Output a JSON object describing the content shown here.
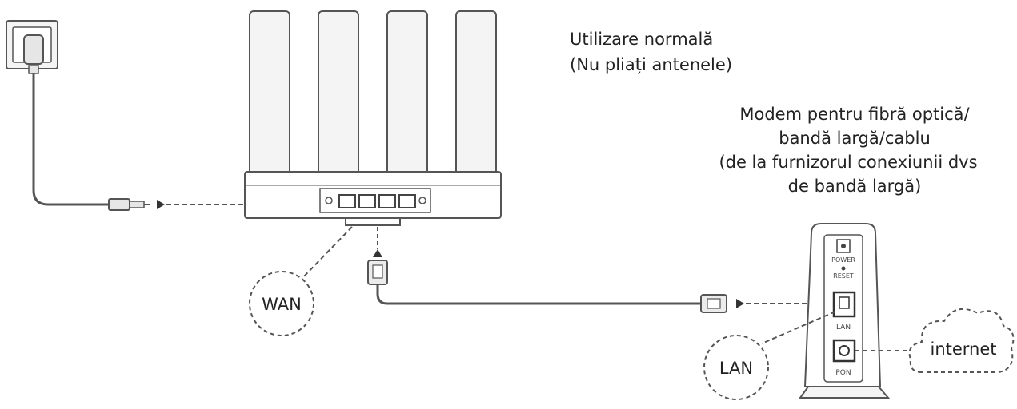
{
  "labels": {
    "usage_line1": "Utilizare normală",
    "usage_line2": "(Nu pliați antenele)",
    "modem_line1": "Modem pentru fibră optică/",
    "modem_line2": "bandă largă/cablu",
    "modem_line3": "(de la furnizorul conexiunii dvs",
    "modem_line4": "de bandă largă)",
    "wan_callout": "WAN",
    "lan_callout": "LAN",
    "internet_cloud": "internet"
  },
  "modem_panel": {
    "power": "POWER",
    "reset": "RESET",
    "lan_port": "LAN",
    "pon_port": "PON"
  },
  "colors": {
    "line": "#555555",
    "fill_light": "#f4f4f4",
    "text": "#222222"
  }
}
